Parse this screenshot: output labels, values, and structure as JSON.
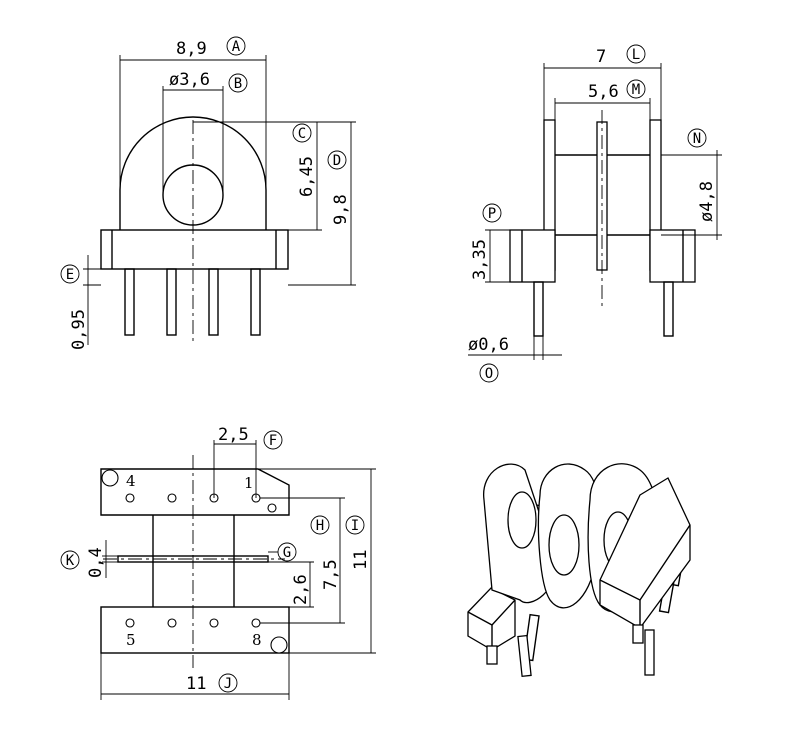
{
  "drawing": {
    "dims": {
      "a": "8,9",
      "b": "ø3,6",
      "c_d_inner": "6,45",
      "d": "9,8",
      "e": "0,95",
      "l": "7",
      "m": "5,6",
      "n": "ø4,8",
      "p": "3,35",
      "o": "ø0,6",
      "f": "2,5",
      "h": "7,5",
      "i": "11",
      "k": "0,4",
      "g2": "2,6",
      "j": "11"
    },
    "markers": [
      "A",
      "B",
      "C",
      "D",
      "E",
      "F",
      "G",
      "H",
      "I",
      "J",
      "K",
      "L",
      "M",
      "N",
      "O",
      "P"
    ],
    "pins": {
      "p4": "4",
      "p1": "1",
      "p5": "5",
      "p8": "8"
    }
  }
}
